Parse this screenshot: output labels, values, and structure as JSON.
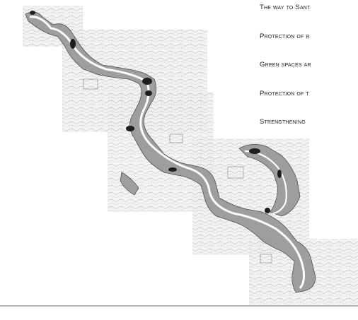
{
  "legend": {
    "items": [
      {
        "label": "The way to Sant"
      },
      {
        "label": "Protection of r"
      },
      {
        "label": "Green spaces ar"
      },
      {
        "label": "Protection of t"
      },
      {
        "label": "Strengthening"
      }
    ]
  },
  "colors": {
    "river": "#ffffff",
    "zone_fill": "#9a9a9a",
    "dark_patch": "#1e1e1e",
    "topo_lines": "#8a8a8a"
  }
}
